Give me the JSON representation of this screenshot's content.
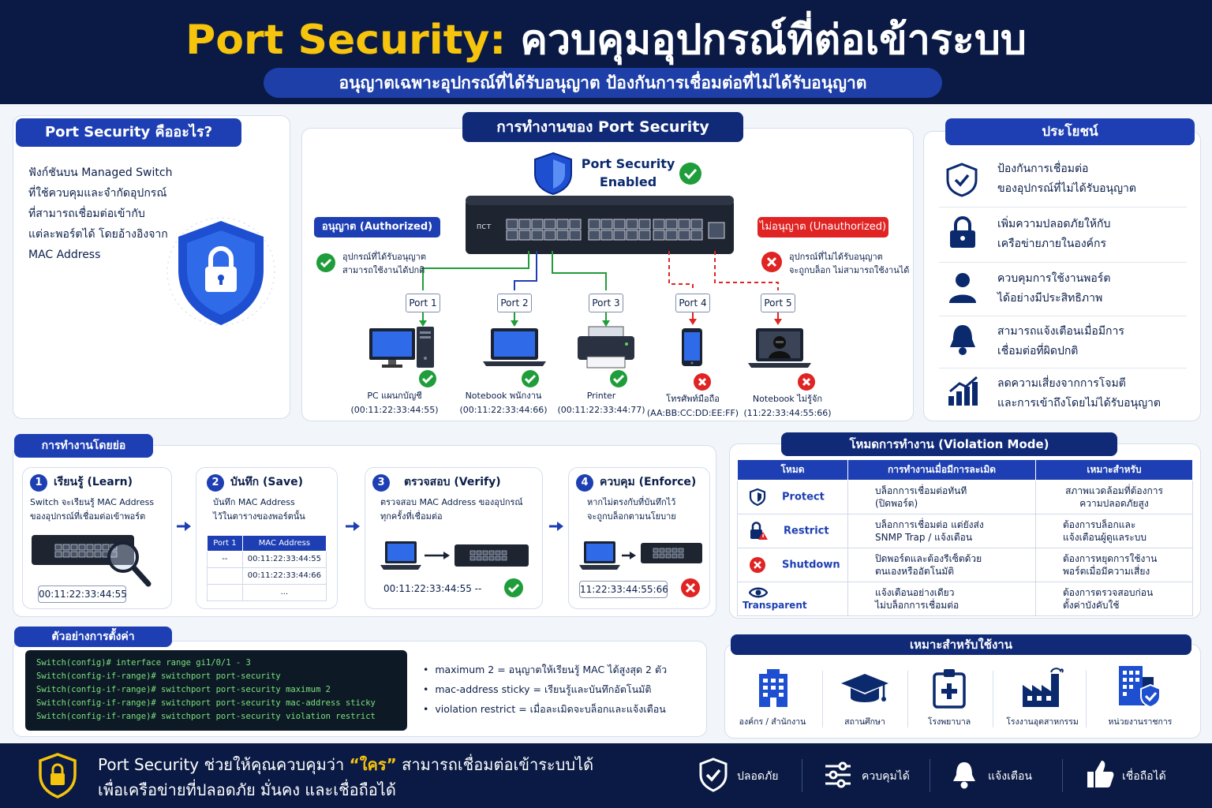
{
  "header": {
    "title_en": "Port Security:",
    "title_th": "ควบคุมอุปกรณ์ที่ต่อเข้าระบบ",
    "subtitle": "อนุญาตเฉพาะอุปกรณ์ที่ได้รับอนุญาต ป้องกันการเชื่อมต่อที่ไม่ได้รับอนุญาต"
  },
  "what": {
    "title": "Port Security คืออะไร?",
    "lines": [
      "ฟังก์ชันบน Managed Switch",
      "ที่ใช้ควบคุมและจำกัดอุปกรณ์",
      "ที่สามารถเชื่อมต่อเข้ากับ",
      "แต่ละพอร์ตได้ โดยอ้างอิงจาก",
      "MAC Address"
    ]
  },
  "how": {
    "title": "การทำงานของ Port Security",
    "status_line1": "Port Security",
    "status_line2": "Enabled",
    "authorized_tag": "อนุญาต (Authorized)",
    "authorized_desc1": "อุปกรณ์ที่ได้รับอนุญาต",
    "authorized_desc2": "สามารถใช้งานได้ปกติ",
    "unauthorized_tag": "ไม่อนุญาต (Unauthorized)",
    "unauthorized_desc1": "อุปกรณ์ที่ไม่ได้รับอนุญาต",
    "unauthorized_desc2": "จะถูกบล็อก ไม่สามารถใช้งานได้",
    "devices": [
      {
        "port": "Port 1",
        "name": "PC แผนกบัญชี",
        "mac": "(00:11:22:33:44:55)",
        "allowed": true
      },
      {
        "port": "Port 2",
        "name": "Notebook พนักงาน",
        "mac": "(00:11:22:33:44:66)",
        "allowed": true
      },
      {
        "port": "Port 3",
        "name": "Printer",
        "mac": "(00:11:22:33:44:77)",
        "allowed": true
      },
      {
        "port": "Port 4",
        "name": "โทรศัพท์มือถือ",
        "mac": "(AA:BB:CC:DD:EE:FF)",
        "allowed": false
      },
      {
        "port": "Port 5",
        "name": "Notebook ไม่รู้จัก",
        "mac": "(11:22:33:44:55:66)",
        "allowed": false
      }
    ]
  },
  "benefits": {
    "title": "ประโยชน์",
    "items": [
      {
        "icon": "shield-check-icon",
        "l1": "ป้องกันการเชื่อมต่อ",
        "l2": "ของอุปกรณ์ที่ไม่ได้รับอนุญาต"
      },
      {
        "icon": "lock-icon",
        "l1": "เพิ่มความปลอดภัยให้กับ",
        "l2": "เครือข่ายภายในองค์กร"
      },
      {
        "icon": "user-icon",
        "l1": "ควบคุมการใช้งานพอร์ต",
        "l2": "ได้อย่างมีประสิทธิภาพ"
      },
      {
        "icon": "bell-icon",
        "l1": "สามารถแจ้งเตือนเมื่อมีการ",
        "l2": "เชื่อมต่อที่ผิดปกติ"
      },
      {
        "icon": "chart-up-icon",
        "l1": "ลดความเสี่ยงจากการโจมตี",
        "l2": "และการเข้าถึงโดยไม่ได้รับอนุญาต"
      }
    ]
  },
  "steps": {
    "title": "การทำงานโดยย่อ",
    "s1": {
      "n": "1",
      "title": "เรียนรู้ (Learn)",
      "l1": "Switch จะเรียนรู้ MAC Address",
      "l2": "ของอุปกรณ์ที่เชื่อมต่อเข้าพอร์ต",
      "mac": "00:11:22:33:44:55"
    },
    "s2": {
      "n": "2",
      "title": "บันทึก (Save)",
      "l1": "บันทึก MAC Address",
      "l2": "ไว้ในตารางของพอร์ตนั้น",
      "col1": "Port 1",
      "col2": "MAC Address",
      "r1a": "--",
      "r1b": "00:11:22:33:44:55",
      "r2b": "00:11:22:33:44:66",
      "r3b": "..."
    },
    "s3": {
      "n": "3",
      "title": "ตรวจสอบ (Verify)",
      "l1": "ตรวจสอบ MAC Address ของอุปกรณ์",
      "l2": "ทุกครั้งที่เชื่อมต่อ",
      "mac": "00:11:22:33:44:55 --"
    },
    "s4": {
      "n": "4",
      "title": "ควบคุม (Enforce)",
      "l1": "หากไม่ตรงกับที่บันทึกไว้",
      "l2": "จะถูกบล็อกตามนโยบาย",
      "mac": "11:22:33:44:55:66"
    }
  },
  "modes": {
    "title": "โหมดการทำงาน (Violation Mode)",
    "headers": [
      "โหมด",
      "การทำงานเมื่อมีการละเมิด",
      "เหมาะสำหรับ"
    ],
    "rows": [
      {
        "icon": "shield-icon",
        "mode": "Protect",
        "a1": "บล็อกการเชื่อมต่อทันที",
        "a2": "(ปิดพอร์ต)",
        "f1": "สภาพแวดล้อมที่ต้องการ",
        "f2": "ความปลอดภัยสูง"
      },
      {
        "icon": "lock-alert-icon",
        "mode": "Restrict",
        "a1": "บล็อกการเชื่อมต่อ แต่ยังส่ง",
        "a2": "SNMP Trap / แจ้งเตือน",
        "f1": "ต้องการบล็อกและ",
        "f2": "แจ้งเตือนผู้ดูแลระบบ"
      },
      {
        "icon": "x-circle-icon",
        "mode": "Shutdown",
        "a1": "ปิดพอร์ตและต้องรีเซ็ตด้วย",
        "a2": "ตนเองหรืออัตโนมัติ",
        "f1": "ต้องการหยุดการใช้งาน",
        "f2": "พอร์ตเมื่อมีความเสี่ยง"
      },
      {
        "icon": "eye-icon",
        "mode": "Transparent",
        "a1": "แจ้งเตือนอย่างเดียว",
        "a2": "ไม่บล็อกการเชื่อมต่อ",
        "f1": "ต้องการตรวจสอบก่อน",
        "f2": "ตั้งค่าบังคับใช้"
      }
    ]
  },
  "config": {
    "title": "ตัวอย่างการตั้งค่า",
    "code": [
      "Switch(config)# interface range gi1/0/1 - 3",
      "Switch(config-if-range)# switchport port-security",
      "Switch(config-if-range)# switchport port-security maximum 2",
      "Switch(config-if-range)# switchport port-security mac-address sticky",
      "Switch(config-if-range)# switchport port-security violation restrict"
    ],
    "notes": [
      "maximum 2 = อนุญาตให้เรียนรู้ MAC ได้สูงสุด 2 ตัว",
      "mac-address sticky = เรียนรู้และบันทึกอัตโนมัติ",
      "violation restrict = เมื่อละเมิดจะบล็อกและแจ้งเตือน"
    ]
  },
  "uses": {
    "title": "เหมาะสำหรับใช้งาน",
    "items": [
      {
        "icon": "building-icon",
        "label": "องค์กร / สำนักงาน"
      },
      {
        "icon": "graduation-cap-icon",
        "label": "สถานศึกษา"
      },
      {
        "icon": "hospital-icon",
        "label": "โรงพยาบาล"
      },
      {
        "icon": "factory-icon",
        "label": "โรงงานอุตสาหกรรม"
      },
      {
        "icon": "government-building-icon",
        "label": "หน่วยงานราชการ"
      }
    ]
  },
  "footer": {
    "line1a": "Port Security ช่วยให้คุณควบคุมว่า",
    "line1hl": "“ใคร”",
    "line1b": "สามารถเชื่อมต่อเข้าระบบได้",
    "line2": "เพื่อเครือข่ายที่ปลอดภัย มั่นคง และเชื่อถือได้",
    "items": [
      {
        "icon": "shield-check-icon",
        "label": "ปลอดภัย"
      },
      {
        "icon": "sliders-icon",
        "label": "ควบคุมได้"
      },
      {
        "icon": "bell-icon",
        "label": "แจ้งเตือน"
      },
      {
        "icon": "thumbs-up-icon",
        "label": "เชื่อถือได้"
      }
    ]
  },
  "colors": {
    "navy": "#0a1a44",
    "blue": "#1d3fb3",
    "gold": "#f6c40d",
    "green": "#1f9d3a",
    "red": "#e02424"
  }
}
